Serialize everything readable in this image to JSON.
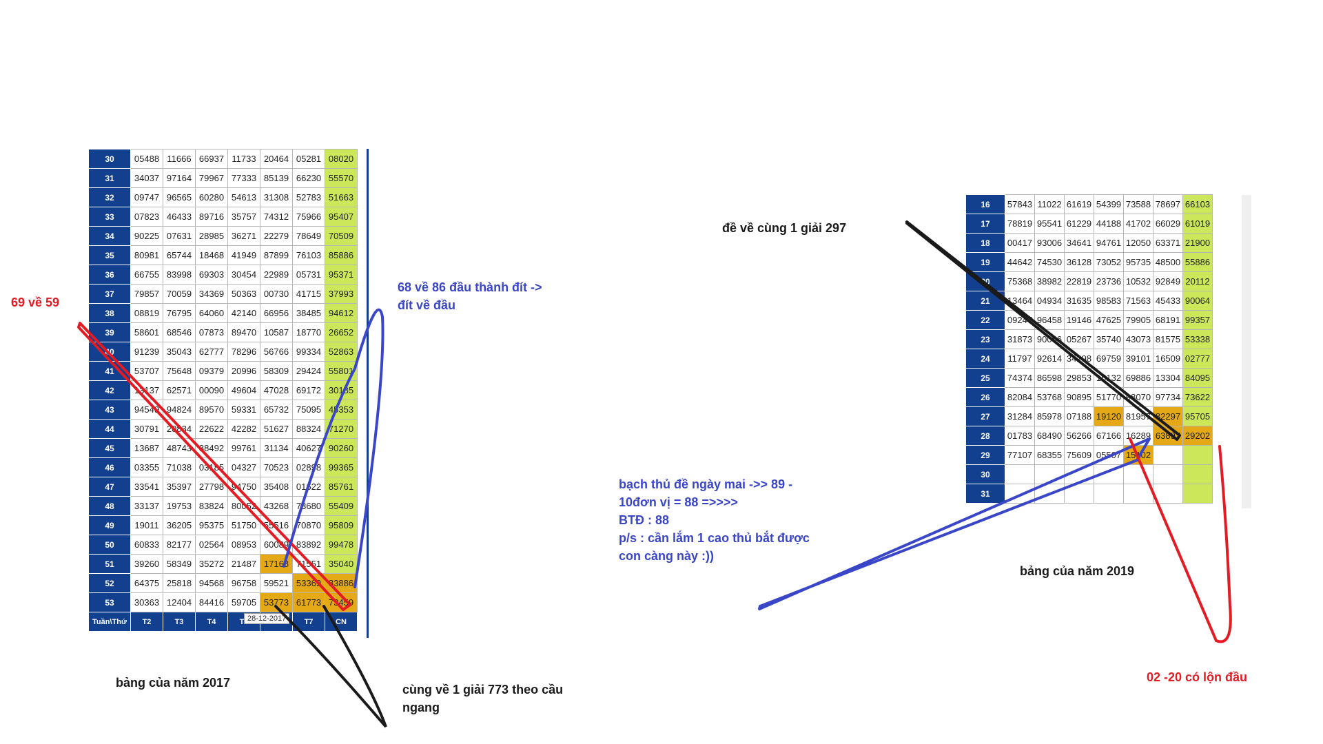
{
  "table2017": {
    "rows": [
      {
        "week": "30",
        "cells": [
          "05488",
          "11666",
          "66937",
          "11733",
          "20464",
          "05281",
          "08020"
        ]
      },
      {
        "week": "31",
        "cells": [
          "34037",
          "97164",
          "79967",
          "77333",
          "85139",
          "66230",
          "55570"
        ]
      },
      {
        "week": "32",
        "cells": [
          "09747",
          "96565",
          "60280",
          "54613",
          "31308",
          "52783",
          "51663"
        ]
      },
      {
        "week": "33",
        "cells": [
          "07823",
          "46433",
          "89716",
          "35757",
          "74312",
          "75966",
          "95407"
        ]
      },
      {
        "week": "34",
        "cells": [
          "90225",
          "07631",
          "28985",
          "36271",
          "22279",
          "78649",
          "70509"
        ]
      },
      {
        "week": "35",
        "cells": [
          "80981",
          "65744",
          "18468",
          "41949",
          "87899",
          "76103",
          "85886"
        ]
      },
      {
        "week": "36",
        "cells": [
          "66755",
          "83998",
          "69303",
          "30454",
          "22989",
          "05731",
          "95371"
        ]
      },
      {
        "week": "37",
        "cells": [
          "79857",
          "70059",
          "34369",
          "50363",
          "00730",
          "41715",
          "37993"
        ]
      },
      {
        "week": "38",
        "cells": [
          "08819",
          "76795",
          "64060",
          "42140",
          "66956",
          "38485",
          "94612"
        ]
      },
      {
        "week": "39",
        "cells": [
          "58601",
          "68546",
          "07873",
          "89470",
          "10587",
          "18770",
          "26652"
        ]
      },
      {
        "week": "40",
        "cells": [
          "91239",
          "35043",
          "62777",
          "78296",
          "56766",
          "99334",
          "52863"
        ]
      },
      {
        "week": "41",
        "cells": [
          "53707",
          "75648",
          "09379",
          "20996",
          "58309",
          "29424",
          "55801"
        ]
      },
      {
        "week": "42",
        "cells": [
          "13137",
          "62571",
          "00090",
          "49604",
          "47028",
          "69172",
          "30185"
        ]
      },
      {
        "week": "43",
        "cells": [
          "94549",
          "94824",
          "89570",
          "59331",
          "65732",
          "75095",
          "45353"
        ]
      },
      {
        "week": "44",
        "cells": [
          "30791",
          "20834",
          "22622",
          "42282",
          "51627",
          "88324",
          "71270"
        ]
      },
      {
        "week": "45",
        "cells": [
          "13687",
          "48743",
          "88492",
          "99761",
          "31134",
          "40627",
          "90260"
        ]
      },
      {
        "week": "46",
        "cells": [
          "03355",
          "71038",
          "03185",
          "04327",
          "70523",
          "02898",
          "99365"
        ]
      },
      {
        "week": "47",
        "cells": [
          "33541",
          "35397",
          "27798",
          "94750",
          "35408",
          "01622",
          "85761"
        ]
      },
      {
        "week": "48",
        "cells": [
          "33137",
          "19753",
          "83824",
          "80052",
          "43268",
          "73680",
          "55409"
        ]
      },
      {
        "week": "49",
        "cells": [
          "19011",
          "36205",
          "95375",
          "51750",
          "55516",
          "70870",
          "95809"
        ]
      },
      {
        "week": "50",
        "cells": [
          "60833",
          "82177",
          "02564",
          "08953",
          "60089",
          "83892",
          "99478"
        ]
      },
      {
        "week": "51",
        "cells": [
          "39260",
          "58349",
          "35272",
          "21487",
          "17168",
          "71551",
          "35040"
        ]
      },
      {
        "week": "52",
        "cells": [
          "64375",
          "25818",
          "94568",
          "96758",
          "59521",
          "53369",
          "83886"
        ]
      },
      {
        "week": "53",
        "cells": [
          "30363",
          "12404",
          "84416",
          "59705",
          "53773",
          "61773",
          "73459"
        ]
      }
    ],
    "footer": [
      "Tuần\\Thứ",
      "T2",
      "T3",
      "T4",
      "T5",
      "T6",
      "T7",
      "CN"
    ],
    "tooltip": "28-12-2017",
    "caption": "bảng của năm 2017"
  },
  "table2019": {
    "rows": [
      {
        "week": "16",
        "cells": [
          "57843",
          "11022",
          "61619",
          "54399",
          "73588",
          "78697",
          "66103"
        ]
      },
      {
        "week": "17",
        "cells": [
          "78819",
          "95541",
          "61229",
          "44188",
          "41702",
          "66029",
          "61019"
        ]
      },
      {
        "week": "18",
        "cells": [
          "00417",
          "93006",
          "34641",
          "94761",
          "12050",
          "63371",
          "21900"
        ]
      },
      {
        "week": "19",
        "cells": [
          "44642",
          "74530",
          "36128",
          "73052",
          "95735",
          "48500",
          "55886"
        ]
      },
      {
        "week": "20",
        "cells": [
          "75368",
          "38982",
          "22819",
          "23736",
          "10532",
          "92849",
          "20112"
        ]
      },
      {
        "week": "21",
        "cells": [
          "13464",
          "04934",
          "31635",
          "98583",
          "71563",
          "45433",
          "90064"
        ]
      },
      {
        "week": "22",
        "cells": [
          "09247",
          "96458",
          "19146",
          "47625",
          "79905",
          "68191",
          "99357"
        ]
      },
      {
        "week": "23",
        "cells": [
          "31873",
          "90086",
          "05267",
          "35740",
          "43073",
          "81575",
          "53338"
        ]
      },
      {
        "week": "24",
        "cells": [
          "11797",
          "92614",
          "34298",
          "69759",
          "39101",
          "16509",
          "02777"
        ]
      },
      {
        "week": "25",
        "cells": [
          "74374",
          "86598",
          "29853",
          "15132",
          "69886",
          "13304",
          "84095"
        ]
      },
      {
        "week": "26",
        "cells": [
          "82084",
          "53768",
          "90895",
          "51770",
          "98070",
          "97734",
          "73622"
        ]
      },
      {
        "week": "27",
        "cells": [
          "31284",
          "85978",
          "07188",
          "19120",
          "81957",
          "82297",
          "95705"
        ]
      },
      {
        "week": "28",
        "cells": [
          "01783",
          "68490",
          "56266",
          "67166",
          "16289",
          "63897",
          "29202"
        ]
      },
      {
        "week": "29",
        "cells": [
          "77107",
          "68355",
          "75609",
          "05507",
          "15102",
          "",
          ""
        ]
      },
      {
        "week": "30",
        "cells": [
          "",
          "",
          "",
          "",
          "",
          "",
          ""
        ]
      },
      {
        "week": "31",
        "cells": [
          "",
          "",
          "",
          "",
          "",
          "",
          ""
        ]
      }
    ],
    "caption": "bảng của năm 2019"
  },
  "annotations": {
    "note_297": "đề về cùng 1 giải 297",
    "note_69": "69 về 59",
    "note_68": "68 về 86 đầu thành đít ->",
    "note_68_line2": "đít về đầu",
    "note_773": "cùng về 1 giải 773 theo cầu",
    "note_773_line2": "ngang",
    "note_02": "02 -20 có lộn đầu",
    "prediction_line1": "bạch thủ đề ngày mai ->> 89 -",
    "prediction_line2": "10đơn vị = 88 =>>>>",
    "prediction_line3": "BTĐ : 88",
    "prediction_line4": "p/s : cần lắm 1 cao thủ bắt được",
    "prediction_line5": "con càng này :))"
  },
  "colors": {
    "week_header": "#123f8e",
    "sunday_column": "#cce85a",
    "highlight_cell": "#e5a816",
    "annotation_red": "#e31b23",
    "annotation_blue": "#3a46c8",
    "annotation_black": "#1a1a1a"
  }
}
